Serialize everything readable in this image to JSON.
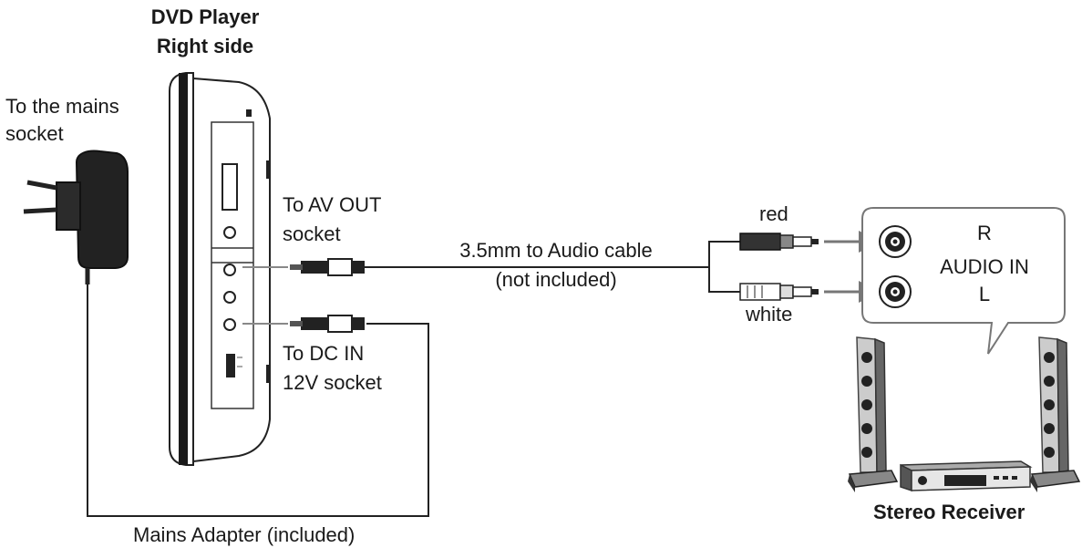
{
  "title": {
    "line1": "DVD Player",
    "line2": "Right side"
  },
  "mains_socket": {
    "line1": "To the mains",
    "line2": "socket"
  },
  "av_out": {
    "line1": "To AV OUT",
    "line2": "socket"
  },
  "dc_in": {
    "line1": "To DC IN",
    "line2": "12V socket"
  },
  "cable": {
    "line1": "3.5mm to Audio cable",
    "line2": "(not included)"
  },
  "plugs": {
    "red": "red",
    "white": "white"
  },
  "receiver_panel": {
    "r": "R",
    "audio_in": "AUDIO IN",
    "l": "L"
  },
  "stereo_receiver": "Stereo Receiver",
  "mains_adapter": "Mains Adapter (included)"
}
